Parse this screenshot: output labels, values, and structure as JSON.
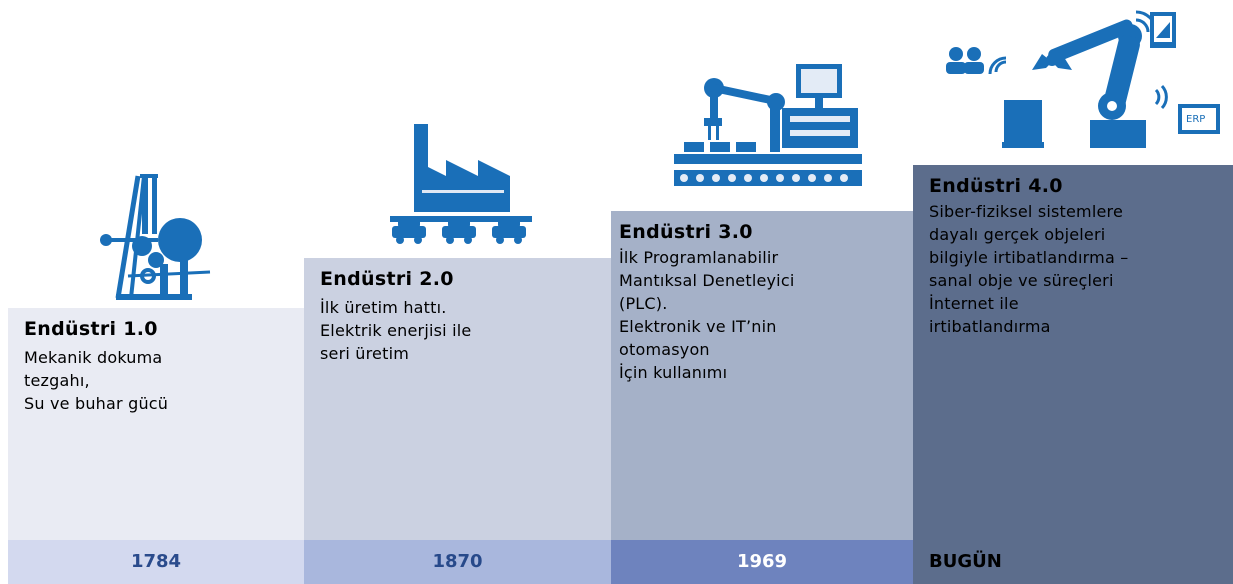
{
  "stages": [
    {
      "title": "Endüstri 1.0",
      "lines": [
        "Mekanik dokuma",
        "tezgahı,",
        "Su ve buhar gücü"
      ],
      "year": "1784",
      "icon": "steam-loom-icon",
      "colors": {
        "panel": "#e9ebf3",
        "band": "#d3d9ef",
        "year_text": "#2a4b8c"
      }
    },
    {
      "title": "Endüstri 2.0",
      "lines": [
        "İlk üretim hattı.",
        "Elektrik enerjisi ile",
        "seri üretim"
      ],
      "year": "1870",
      "icon": "factory-assembly-icon",
      "colors": {
        "panel": "#cbd1e1",
        "band": "#a9b7dd",
        "year_text": "#27498a"
      }
    },
    {
      "title": "Endüstri 3.0",
      "lines": [
        "İlk Programlanabilir",
        "Mantıksal Denetleyici",
        "(PLC).",
        "Elektronik ve IT’nin",
        "otomasyon",
        "İçin kullanımı"
      ],
      "year": "1969",
      "icon": "robot-arm-computer-icon",
      "colors": {
        "panel": "#a5b1c8",
        "band": "#6e83be",
        "year_text": "#ffffff"
      }
    },
    {
      "title": "Endüstri 4.0",
      "lines": [
        "Siber-fiziksel sistemlere",
        "dayalı gerçek objeleri",
        "bilgiyle irtibatlandırma –",
        "sanal obje ve süreçleri",
        "İnternet ile",
        "irtibatlandırma"
      ],
      "year": "BUGÜN",
      "icon": "connected-robot-erp-icon",
      "colors": {
        "panel": "#5c6d8c",
        "band": "#5c6d8c",
        "year_text": "#ffffff"
      }
    }
  ],
  "icon_labels": {
    "erp": "ERP"
  },
  "colors": {
    "icon": "#1a6fb8",
    "text_light": "#000000",
    "text_dark": "#ffffff"
  }
}
